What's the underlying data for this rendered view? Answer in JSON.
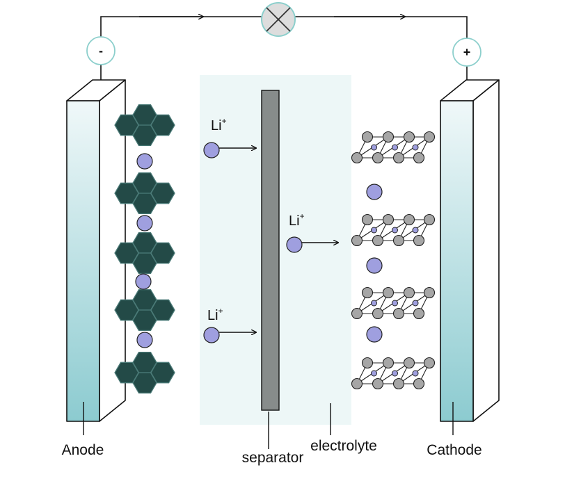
{
  "labels": {
    "anode": "Anode",
    "cathode": "Cathode",
    "separator": "separator",
    "electrolyte": "electrolyte",
    "negative": "-",
    "positive": "+"
  },
  "ions": [
    {
      "base": "Li",
      "charge": "+"
    },
    {
      "base": "Li",
      "charge": "+"
    },
    {
      "base": "Li",
      "charge": "+"
    }
  ],
  "colors": {
    "electrolyte": "#edf7f7",
    "separator": "#878c8b",
    "graphite": "#234a47",
    "lithium": "#9f9fdf",
    "lattice_atom": "#a6a6a6",
    "electrode_top": "#f0f8f9",
    "electrode_bottom": "#8ccbd0",
    "terminal_ring": "#8ccfcc",
    "bulb": "#dddddd"
  },
  "icons": {
    "bulb": "lamp-cross-icon",
    "anode_terminal": "minus-icon",
    "cathode_terminal": "plus-icon"
  }
}
